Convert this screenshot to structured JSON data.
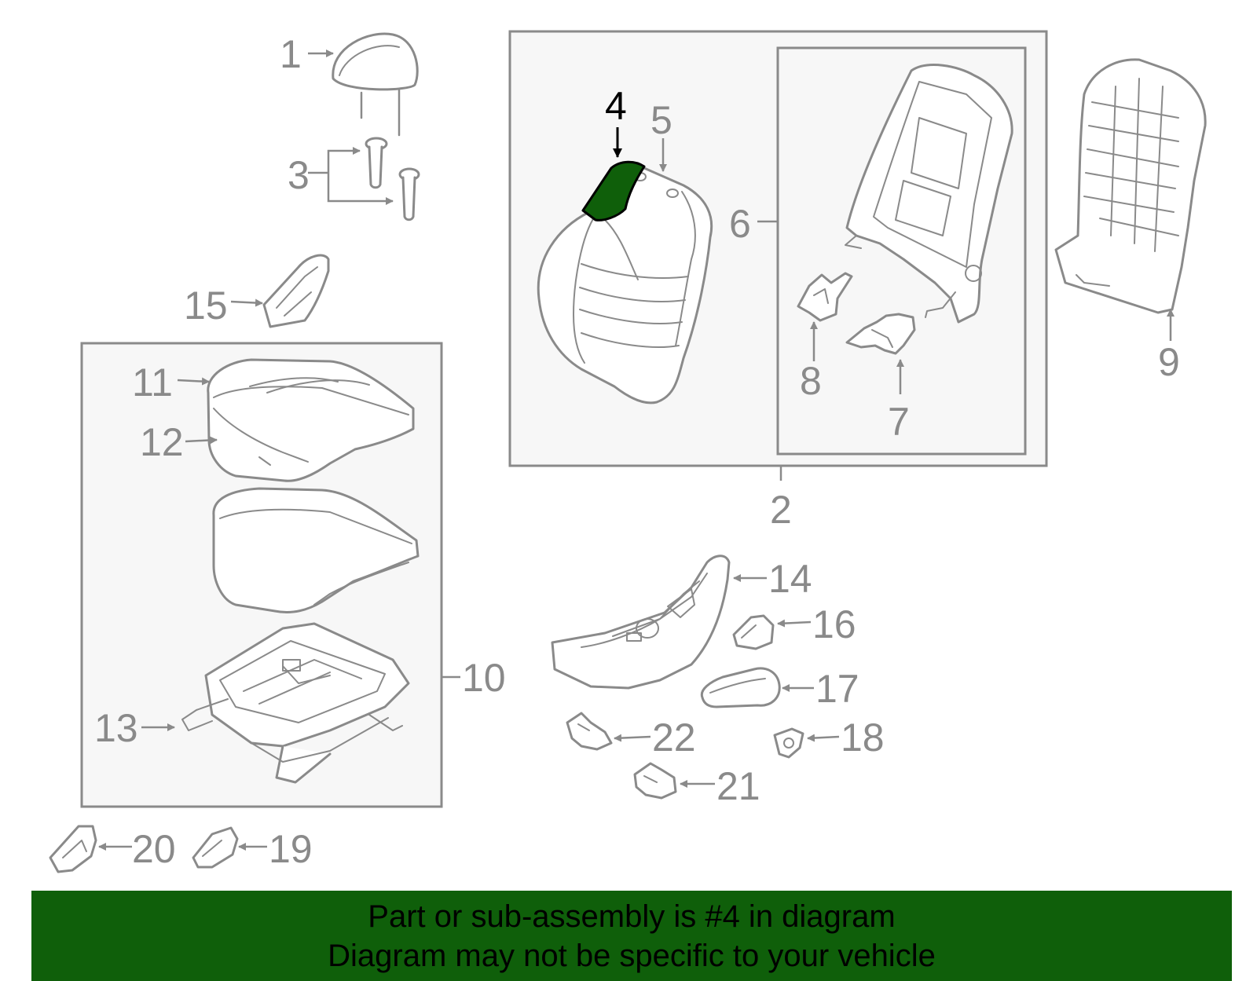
{
  "colors": {
    "highlight_part": "#0f5f0a",
    "banner_background": "#0f5f0a",
    "line_gray": "#8a8a8a",
    "highlight_label": "#000000"
  },
  "highlighted_part": "4",
  "callouts": [
    "1",
    "2",
    "3",
    "4",
    "5",
    "6",
    "7",
    "8",
    "9",
    "10",
    "11",
    "12",
    "13",
    "14",
    "15",
    "16",
    "17",
    "18",
    "19",
    "20",
    "21",
    "22"
  ],
  "banner": {
    "line1": "Part or sub-assembly is #4 in diagram",
    "line2": "Diagram may not be specific to your vehicle"
  }
}
